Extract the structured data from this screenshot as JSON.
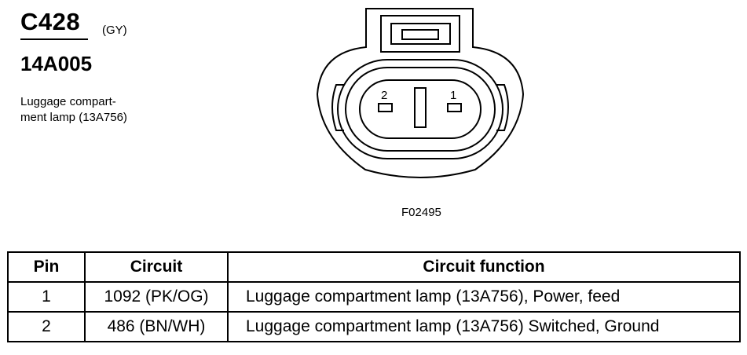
{
  "connector": {
    "id": "C428",
    "color": "(GY)",
    "part_number": "14A005",
    "description_lines": [
      "Luggage compart-",
      "ment lamp (13A756)"
    ],
    "figure_id": "F02495",
    "pin_labels": [
      "2",
      "1"
    ]
  },
  "table": {
    "headers": {
      "pin": "Pin",
      "circuit": "Circuit",
      "function": "Circuit function"
    },
    "rows": [
      {
        "pin": "1",
        "circuit": "1092 (PK/OG)",
        "function": "Luggage compartment lamp (13A756), Power, feed"
      },
      {
        "pin": "2",
        "circuit": "486 (BN/WH)",
        "function": "Luggage compartment lamp (13A756) Switched, Ground"
      }
    ]
  }
}
